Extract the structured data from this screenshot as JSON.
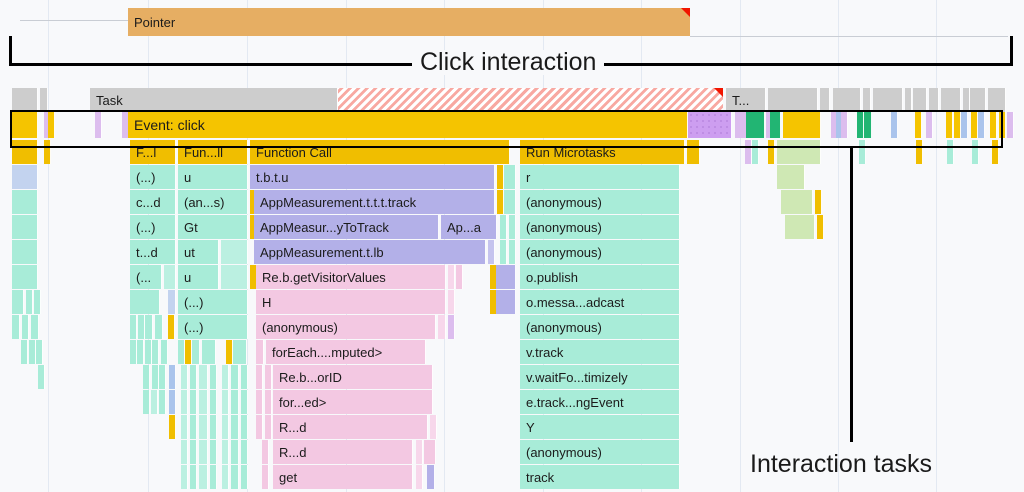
{
  "annotations": {
    "click_interaction": "Click interaction",
    "interaction_tasks": "Interaction tasks"
  },
  "colors": {
    "pointer": "#e6ae63",
    "task_gray": "#cdcdcd",
    "long_task_hatch": "#f8a9a2",
    "event_yellow": "#f5c400",
    "scripting_purple": "#cd9ef0",
    "gc_green": "#22b573",
    "function_teal": "#a8ecd8",
    "function_lavender": "#b3b0e8",
    "function_pink": "#f3c8e2",
    "annotation_black": "#000000",
    "background": "#f8f9fb",
    "gridline": "#e3e9f2"
  },
  "tracks": {
    "interactions": {
      "label": "Pointer"
    },
    "main_thread": {
      "task_label": "Task",
      "task_label_2": "T...",
      "event_label": "Event: click"
    }
  },
  "flame_rows": [
    {
      "depth": 0,
      "cells": [
        {
          "label": "F...l"
        },
        {
          "label": "Fun...ll"
        },
        {
          "label": "Function Call"
        },
        {
          "label": "Run Microtasks"
        }
      ]
    },
    {
      "depth": 1,
      "cells": [
        {
          "label": "(...)"
        },
        {
          "label": "u"
        },
        {
          "label": "t.b.t.u"
        },
        {
          "label": "r"
        }
      ]
    },
    {
      "depth": 2,
      "cells": [
        {
          "label": "c...d"
        },
        {
          "label": "(an...s)"
        },
        {
          "label": "AppMeasurement.t.t.t.track"
        },
        {
          "label": "(anonymous)"
        }
      ]
    },
    {
      "depth": 3,
      "cells": [
        {
          "label": "(...)"
        },
        {
          "label": "Gt"
        },
        {
          "label": "AppMeasur...yToTrack"
        },
        {
          "label": "Ap...a"
        },
        {
          "label": "(anonymous)"
        }
      ]
    },
    {
      "depth": 4,
      "cells": [
        {
          "label": "t...d"
        },
        {
          "label": "ut"
        },
        {
          "label": "AppMeasurement.t.lb"
        },
        {
          "label": "(anonymous)"
        }
      ]
    },
    {
      "depth": 5,
      "cells": [
        {
          "label": "(..."
        },
        {
          "label": "u"
        },
        {
          "label": "Re.b.getVisitorValues"
        },
        {
          "label": "o.publish"
        }
      ]
    },
    {
      "depth": 6,
      "cells": [
        {
          "label": "(...)"
        },
        {
          "label": "H"
        },
        {
          "label": "o.messa...adcast"
        }
      ]
    },
    {
      "depth": 7,
      "cells": [
        {
          "label": "(...)"
        },
        {
          "label": "(anonymous)"
        },
        {
          "label": "(anonymous)"
        }
      ]
    },
    {
      "depth": 8,
      "cells": [
        {
          "label": "forEach....mputed>"
        },
        {
          "label": "v.track"
        }
      ]
    },
    {
      "depth": 9,
      "cells": [
        {
          "label": "Re.b...orID"
        },
        {
          "label": "v.waitFo...timizely"
        }
      ]
    },
    {
      "depth": 10,
      "cells": [
        {
          "label": "for...ed>"
        },
        {
          "label": "e.track...ngEvent"
        }
      ]
    },
    {
      "depth": 11,
      "cells": [
        {
          "label": "R...d"
        },
        {
          "label": "Y"
        }
      ]
    },
    {
      "depth": 12,
      "cells": [
        {
          "label": "R...d"
        },
        {
          "label": "(anonymous)"
        }
      ]
    },
    {
      "depth": 13,
      "cells": [
        {
          "label": "get"
        },
        {
          "label": "track"
        }
      ]
    }
  ]
}
